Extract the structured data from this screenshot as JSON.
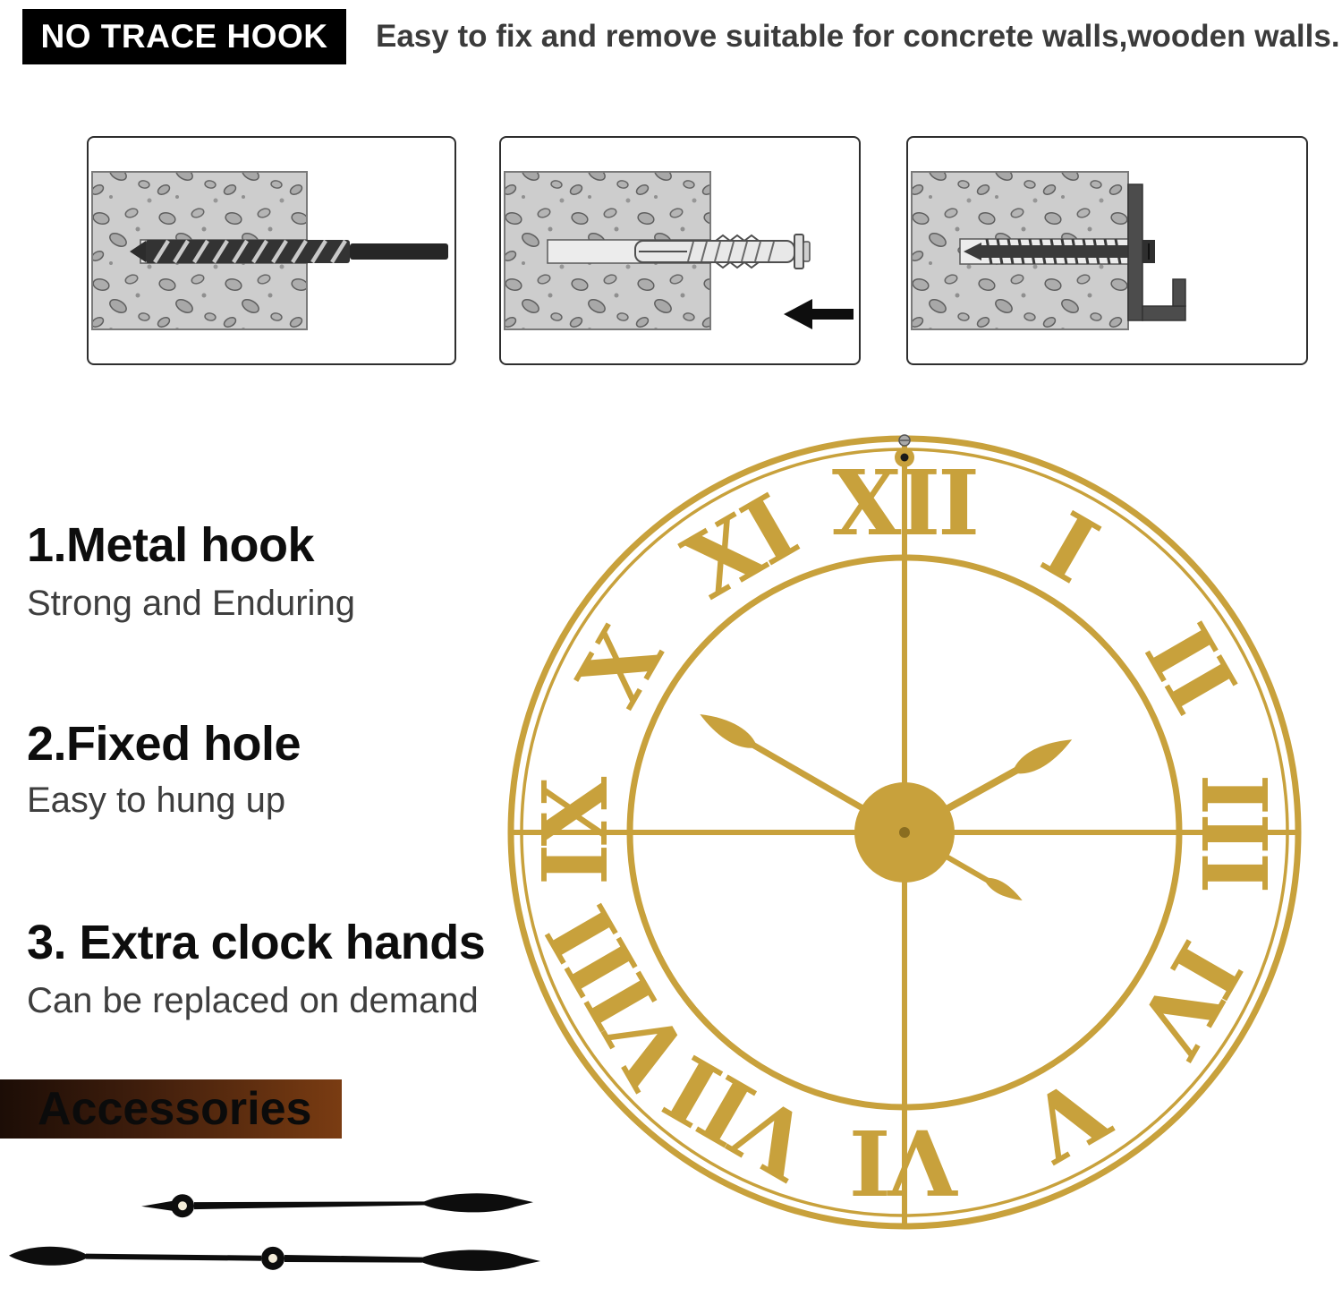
{
  "header": {
    "badge": "NO TRACE HOOK",
    "subtitle": "Easy to fix and remove suitable for concrete walls,wooden walls."
  },
  "steps": [
    {
      "name": "drill hole in wall"
    },
    {
      "name": "insert wall anchor plug"
    },
    {
      "name": "screw in hook"
    }
  ],
  "features": [
    {
      "title": "1.Metal hook",
      "desc": "Strong and Enduring"
    },
    {
      "title": "2.Fixed hole",
      "desc": "Easy to hung up"
    },
    {
      "title": "3. Extra clock hands",
      "desc": "Can be replaced on demand"
    }
  ],
  "accessories": {
    "label": "Accessories"
  },
  "clock": {
    "numerals": [
      "XII",
      "I",
      "II",
      "III",
      "IV",
      "V",
      "VI",
      "VII",
      "VIII",
      "IX",
      "X",
      "XI"
    ]
  },
  "colors": {
    "gold": "#C8A13C",
    "badge_bg": "#000000",
    "accent_brown": "#7A3C12",
    "text_dark": "#3B3B3B"
  }
}
